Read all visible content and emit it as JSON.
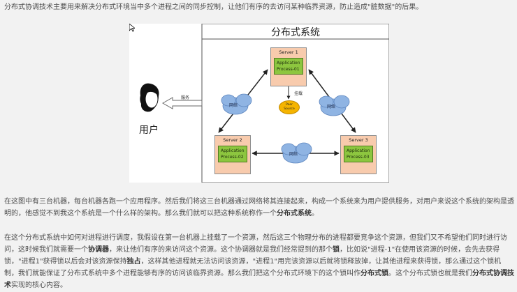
{
  "intro": "分布式协调技术主要用来解决分布式环境当中多个进程之间的同步控制，让他们有序的去访问某种临界资源，防止造成\"脏数据\"的后果。",
  "diagram": {
    "title": "分布式系统",
    "user_label": "用户",
    "service_label": "服务",
    "mount_label": "挂载",
    "network_label": "网络",
    "peer_source": [
      "Peer",
      "Source"
    ],
    "servers": [
      {
        "name": "Server 1",
        "app_line1": "Application",
        "app_line2": "Process-01"
      },
      {
        "name": "Server 2",
        "app_line1": "Application",
        "app_line2": "Process-02"
      },
      {
        "name": "Server 3",
        "app_line1": "Application",
        "app_line2": "Process-03"
      }
    ],
    "colors": {
      "server": "#f8cbad",
      "app": "#8dc63f",
      "cloud": "#8fb4e3",
      "peer": "#f5b400"
    }
  },
  "para2": {
    "text": "在这图中有三台机器，每台机器各跑一个应用程序。然后我们将这三台机器通过网络将其连接起来，构成一个系统来为用户提供服务，对用户来说这个系统的架构是透明的，他感觉不到我这个系统是一个什么样的架构。那么我们就可以把这种系统称作一个",
    "bold": "分布式系统",
    "end": "。"
  },
  "para3": {
    "t1": "在这个分布式系统中如何对进程进行调度，我假设在第一台机器上挂载了一个资源，然后这三个物理分布的进程都要竞争这个资源，但我们又不希望他们同时进行访问，这时候我们就需要一个",
    "b1": "协调器",
    "t2": "，来让他们有序的来访问这个资源。这个协调器就是我们经常提到的那个",
    "b2": "锁",
    "t3": "，比如说\"进程-1\"在使用该资源的时候，会先去获得锁，\"进程1\"获得锁以后会对该资源保持",
    "b3": "独占",
    "t4": "，这样其他进程就无法访问该资源，\"进程1\"用完该资源以后就将锁释放掉，让其他进程来获得锁，那么通过这个锁机制，我们就能保证了分布式系统中多个进程能够有序的访问该临界资源。那么我们把这个分布式环境下的这个锁叫作",
    "b4": "分布式锁",
    "t5": "。这个分布式锁也就是我们",
    "b5": "分布式协调技术",
    "t6": "实现的核心内容。"
  }
}
